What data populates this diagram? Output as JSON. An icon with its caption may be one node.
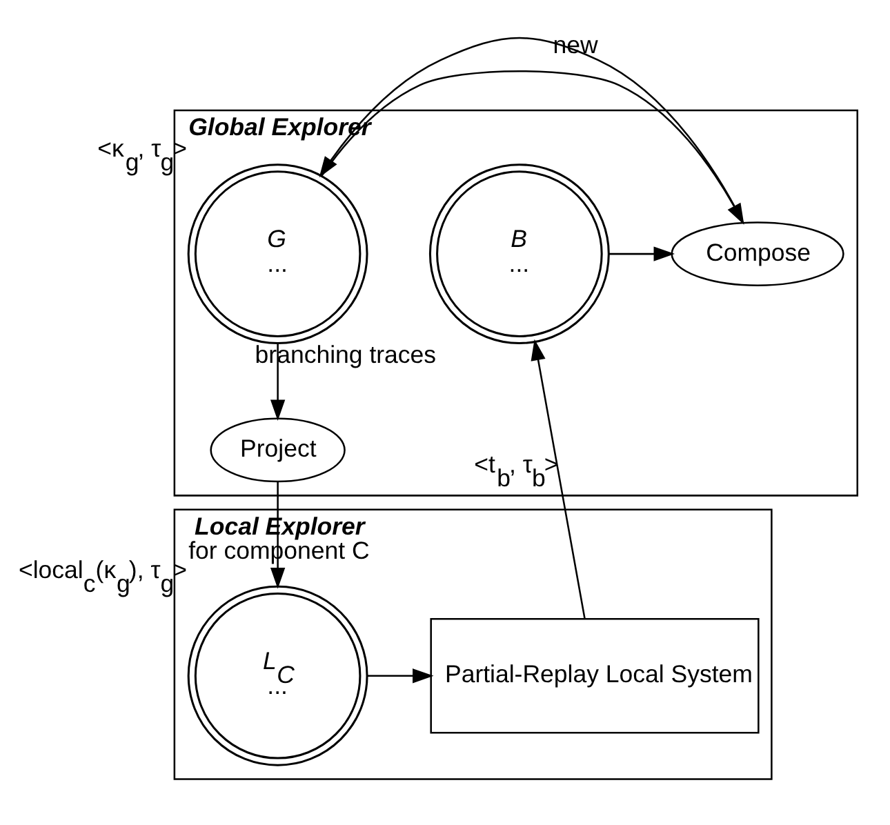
{
  "diagram": {
    "nodes": [
      {
        "text": [
          "Global Explorer"
        ]
      },
      {
        "text": [
          "B",
          "..."
        ],
        "in": 0,
        "beside": [
          "branching traces"
        ]
      },
      {
        "text": [
          "Compose"
        ],
        "in": 0
      },
      {
        "text": [
          "G",
          "..."
        ],
        "in": 0,
        "beside": [
          "<κ$_{g}$, τ$_{g}$>"
        ]
      },
      {
        "text": [
          "Project"
        ],
        "in": 0
      },
      {
        "text": [
          "Local Explorer",
          "for component C"
        ]
      },
      {
        "text": [
          "L$_{C}$",
          "..."
        ],
        "in": 5,
        "beside": [
          "<local$_{c}$(κ$_{g}$), τ$_{g}$>"
        ]
      },
      {
        "text": [
          "Partial-Replay Local System"
        ],
        "in": 5
      }
    ],
    "edges": [
      {
        "from": 1,
        "to": 2,
        "arrow": "to"
      },
      {
        "from": 3,
        "to": 2,
        "arrow": "to"
      },
      {
        "from": 2,
        "to": 3,
        "arrow": "to",
        "label": "new"
      },
      {
        "from": 3,
        "to": 4,
        "arrow": "to"
      },
      {
        "from": 4,
        "to": 6,
        "arrow": "to"
      },
      {
        "from": 6,
        "to": 7,
        "arrow": "to"
      },
      {
        "from": 7,
        "to": 1,
        "arrow": "to",
        "label": "<t$_{b}$, τ$_{b}$>"
      }
    ]
  }
}
